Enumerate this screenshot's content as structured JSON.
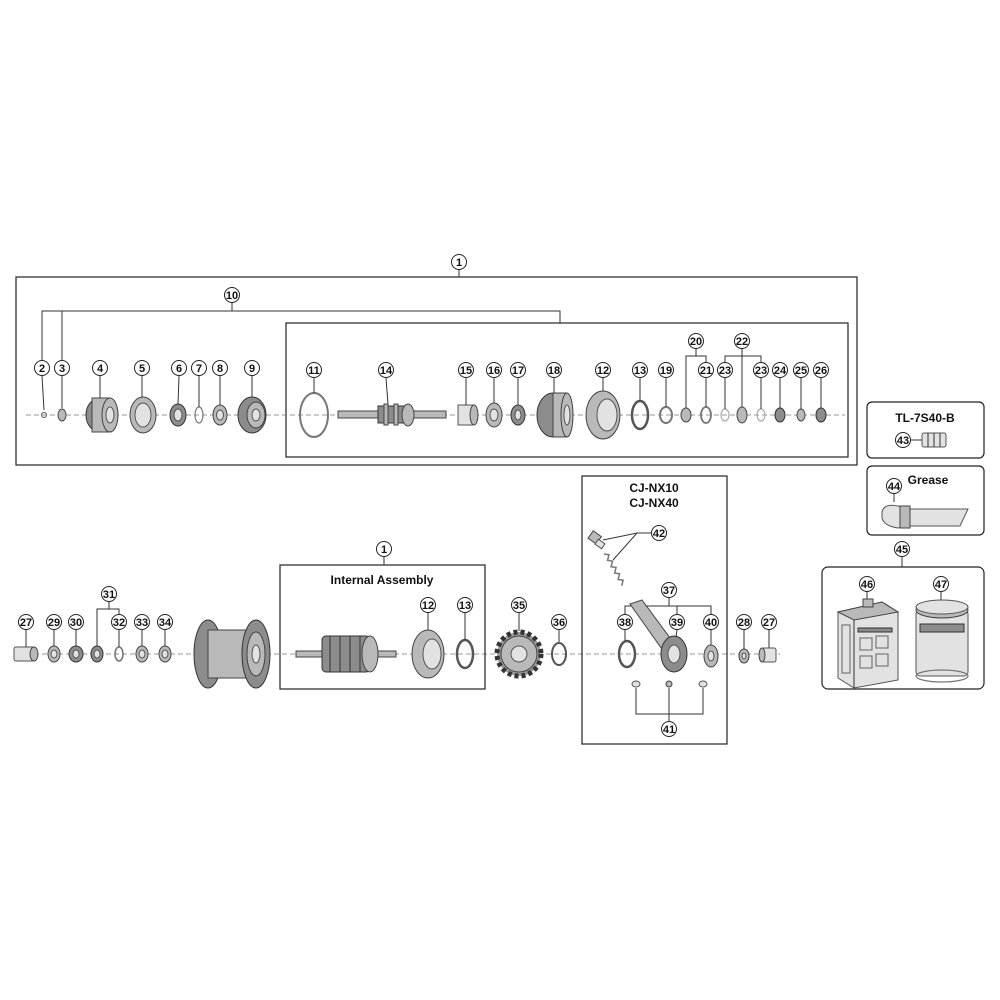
{
  "callouts": [
    "1",
    "2",
    "3",
    "4",
    "5",
    "6",
    "7",
    "8",
    "9",
    "10",
    "11",
    "12",
    "13",
    "14",
    "15",
    "16",
    "17",
    "18",
    "19",
    "20",
    "21",
    "22",
    "23",
    "24",
    "25",
    "26",
    "27",
    "28",
    "29",
    "30",
    "31",
    "32",
    "33",
    "34",
    "35",
    "36",
    "37",
    "38",
    "39",
    "40",
    "41",
    "42",
    "43",
    "44",
    "45",
    "46",
    "47"
  ],
  "labels": {
    "internal_assembly": "Internal Assembly",
    "cj_nx10": "CJ-NX10",
    "cj_nx40": "CJ-NX40",
    "tool": "TL-7S40-B",
    "grease": "Grease"
  }
}
